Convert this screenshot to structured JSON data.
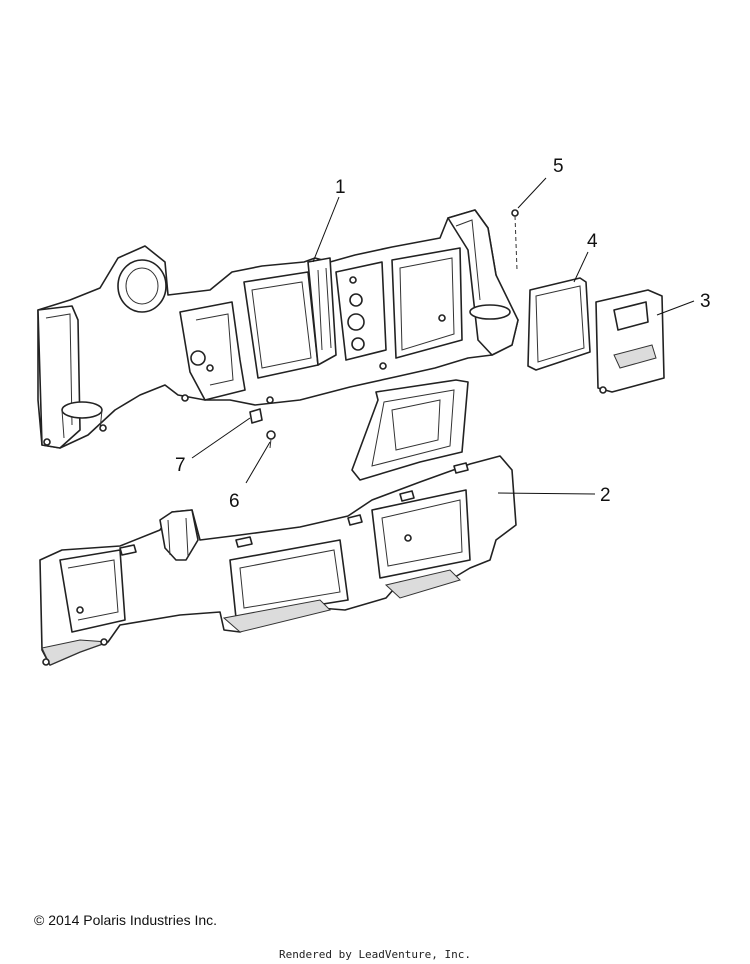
{
  "callouts": {
    "c1": "1",
    "c2": "2",
    "c3": "3",
    "c4": "4",
    "c5": "5",
    "c6": "6",
    "c7": "7"
  },
  "footer": {
    "copyright": "© 2014 Polaris Industries Inc.",
    "rendered_by": "Rendered by LeadVenture, Inc."
  },
  "colors": {
    "line": "#222222",
    "background": "#ffffff"
  }
}
